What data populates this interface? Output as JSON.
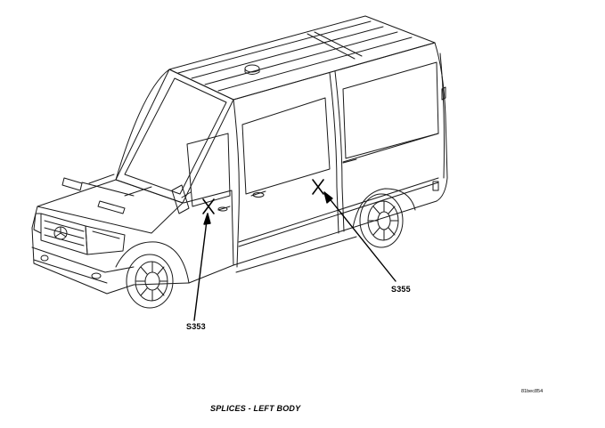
{
  "diagram": {
    "caption": "SPLICES - LEFT BODY",
    "figure_code": "81bec854",
    "callouts": [
      {
        "id": "s353",
        "label": "S353"
      },
      {
        "id": "s355",
        "label": "S355"
      }
    ],
    "line_color": "#1a1a1a",
    "background_color": "#ffffff"
  }
}
